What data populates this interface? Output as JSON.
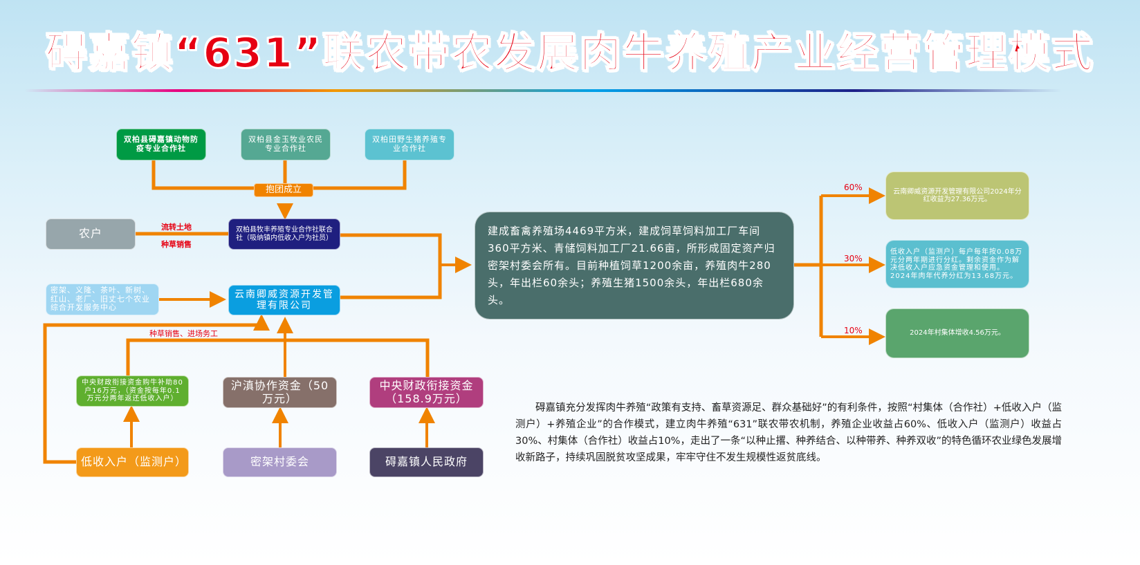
{
  "title": "碍嘉镇“631”联农带农发展肉牛养殖产业经营管理模式",
  "boxes": {
    "coop1": "双柏县碍嘉镇动物防疫专业合作社",
    "coop2": "双柏县金玉牧业农民专业合作社",
    "coop3": "双柏田野生猪养殖专业合作社",
    "join_badge": "抱团成立",
    "farmers": "农户",
    "union": "双柏县牧丰养殖专业合作社联合社（吸纳镇内低收入户为社员）",
    "service_centers": "密架、义隆、茶叶、新树、红山、老厂、旧丈七个农业综合开发服务中心",
    "company": "云南卿威资源开发管理有限公司",
    "subsidy": "中央财政衔接资金购牛补助80户16万元，（资金按每年0.1万元分两年返还低收入户）",
    "hudian_fund": "沪滇协作资金（50万元）",
    "central_fund": "中央财政衔接资金（158.9万元）",
    "low_income": "低收入户（监测户）",
    "village_committee": "密架村委会",
    "township_gov": "碍嘉镇人民政府",
    "center": "建成畜禽养殖场4469平方米，建成饲草饲料加工厂车间360平方米、青储饲料加工厂21.66亩，所形成固定资产归密架村委会所有。目前种植饲草1200余亩，养殖肉牛280头，年出栏60余头；养殖生猪1500余头，年出栏680余头。",
    "result_company": "云南卿威资源开发管理有限公司2024年分红收益为27.36万元。",
    "result_low_income": "低收入户（监测户）每户每年按0.08万元分两年期进行分红。剩余资金作为解决低收入户应急资金管理和使用。2024年肉年代养分红为13.68万元。",
    "result_village": "2024年村集体增收4.56万元。"
  },
  "labels": {
    "land_transfer": "流转土地",
    "grass_sales": "种草销售",
    "grass_work": "种草销售、进场务工"
  },
  "percents": {
    "p60": "60%",
    "p30": "30%",
    "p10": "10%"
  },
  "paragraph": "碍嘉镇充分发挥肉牛养殖“政策有支持、畜草资源足、群众基础好”的有利条件，按照“村集体（合作社）+低收入户（监测户）+养殖企业”的合作模式，建立肉牛养殖“631”联农带农机制，养殖企业收益占60%、低收入户（监测户）收益占30%、村集体（合作社）收益占10%，走出了一条“以种止撂、种养结合、以种带养、种养双收”的特色循环农业绿色发展增收新路子，持续巩固脱贫攻坚成果，牢牢守住不发生规模性返贫底线。",
  "colors": {
    "arrow": "#f08300",
    "title": "#e60012"
  }
}
